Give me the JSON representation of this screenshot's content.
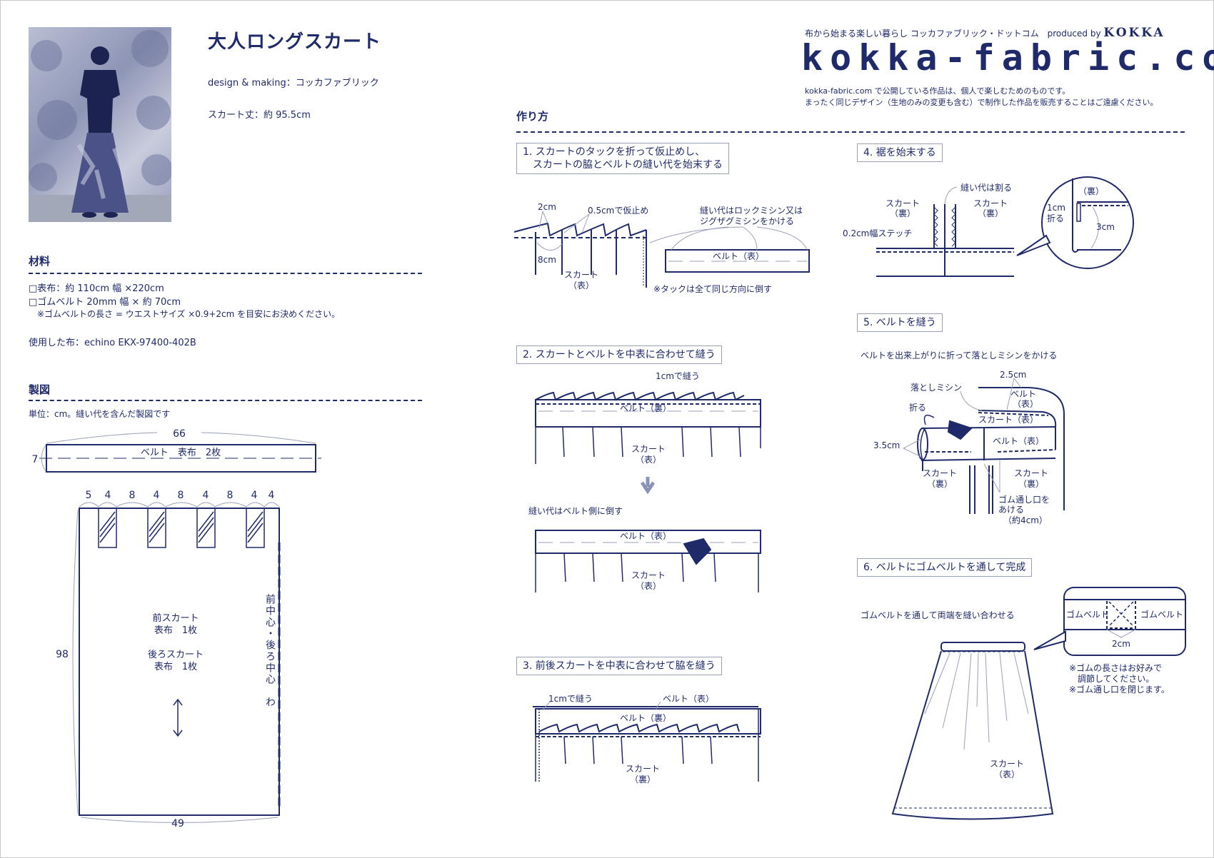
{
  "header": {
    "title": "大人ロングスカート",
    "design": "design & making：コッカファブリック",
    "length": "スカート丈：約 95.5cm"
  },
  "brand": {
    "tagline": "布から始まる楽しい暮らし コッカファブリック・ドットコム　produced by",
    "kokka": "KOKKA",
    "logo": "kokka-fabric.com",
    "notice1": "kokka-fabric.com で公開している作品は、個人で楽しむためのものです。",
    "notice2": "まったく同じデザイン（生地のみの変更も含む）で制作した作品を販売することはご遠慮ください。"
  },
  "materials": {
    "heading": "材料",
    "items": [
      "□表布：約 110cm 幅 ×220cm",
      "□ゴムベルト 20mm 幅 × 約 70cm",
      "　※ゴムベルトの長さ = ウエストサイズ ×0.9+2cm を目安にお決めください。"
    ],
    "fabric": "使用した布：echino EKX-97400-402B"
  },
  "pattern": {
    "heading": "製図",
    "unit_note": "単位：cm。縫い代を含んだ製図です",
    "belt": {
      "width": "66",
      "height": "7",
      "label": "ベルト　表布　2枚"
    },
    "tuck_dims": [
      "5",
      "4",
      "8",
      "4",
      "8",
      "4",
      "8",
      "4",
      "4"
    ],
    "skirt": {
      "height": "98",
      "width": "49",
      "front": "前スカート",
      "front_fabric": "表布　1枚",
      "back": "後ろスカート",
      "back_fabric": "表布　1枚",
      "center_fold": "前中心・後ろ中心　わ"
    }
  },
  "howto": {
    "heading": "作り方",
    "step1": {
      "title1": "1. スカートのタックを折って仮止めし、",
      "title2": "　スカートの脇とベルトの縫い代を始末する",
      "l2cm": "2cm",
      "baste": "0.5cmで仮止め",
      "l8cm": "8cm",
      "skirt": "スカート",
      "face": "（表）",
      "finish1": "縫い代はロックミシン又は",
      "finish2": "ジグザグミシンをかける",
      "belt": "ベルト（表）",
      "note": "※タックは全て同じ方向に倒す"
    },
    "step2": {
      "title": "2. スカートとベルトを中表に合わせて縫う",
      "sew": "1cmで縫う",
      "belt_back": "ベルト（裏）",
      "skirt": "スカート",
      "face": "（表）",
      "press": "縫い代はベルト側に倒す",
      "belt_face": "ベルト（表）"
    },
    "step3": {
      "title": "3. 前後スカートを中表に合わせて脇を縫う",
      "sew": "1cmで縫う",
      "belt_face": "ベルト（表）",
      "belt_back": "ベルト（裏）",
      "skirt": "スカート",
      "back": "（裏）"
    },
    "step4": {
      "title": "4. 裾を始末する",
      "skirt": "スカート",
      "back": "（裏）",
      "press_open": "縫い代は割る",
      "stitch": "0.2cm幅ステッチ",
      "fold1": "1cm",
      "fold2": "折る",
      "l3cm": "3cm"
    },
    "step5": {
      "title": "5. ベルトを縫う",
      "desc": "ベルトを出来上がりに折って落としミシンをかける",
      "l25": "2.5cm",
      "ditch": "落としミシン",
      "belt": "ベルト",
      "face": "（表）",
      "fold": "折る",
      "skirt_face": "スカート（表）",
      "l35": "3.5cm",
      "belt_face": "ベルト（表）",
      "skirt": "スカート",
      "back": "（裏）",
      "opening1": "ゴム通し口を",
      "opening2": "あける",
      "opening3": "（約4cm）"
    },
    "step6": {
      "title": "6. ベルトにゴムベルトを通して完成",
      "desc": "ゴムベルトを通して両端を縫い合わせる",
      "elastic": "ゴムベルト",
      "l2cm": "2cm",
      "note1": "※ゴムの長さはお好みで",
      "note2": "　調節してください。",
      "note3": "※ゴム通し口を閉じます。",
      "skirt": "スカート",
      "face": "（表）"
    }
  },
  "colors": {
    "navy": "#1f2a6b",
    "guide": "#9aa0b8"
  }
}
